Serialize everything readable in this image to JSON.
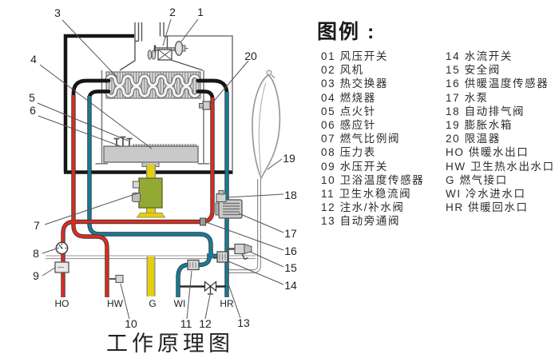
{
  "diagram": {
    "title": "工作原理图",
    "ports": {
      "ho": "HO",
      "hw": "HW",
      "g": "G",
      "wi": "WI",
      "hr": "HR"
    },
    "callouts": {
      "c1": "1",
      "c2": "2",
      "c3": "3",
      "c4": "4",
      "c5": "5",
      "c6": "6",
      "c7": "7",
      "c8": "8",
      "c9": "9",
      "c10": "10",
      "c11": "11",
      "c12": "12",
      "c13": "13",
      "c14": "14",
      "c15": "15",
      "c16": "16",
      "c17": "17",
      "c18": "18",
      "c19": "19",
      "c20": "20"
    },
    "colors": {
      "heating_pipe_red": "#dd2c1f",
      "cold_pipe_blue": "#157d9c",
      "gas_pipe_yellow": "#e5ce10",
      "gas_valve_green": "#93a934",
      "case_black": "#161616",
      "component_gray": "#c9c9c9"
    }
  },
  "legend": {
    "title": "图例 :",
    "col1": [
      "01 风压开关",
      "02 风机",
      "03 热交换器",
      "04 燃烧器",
      "05 点火针",
      "06 感应针",
      "07 燃气比例阀",
      "08 压力表",
      "09 水压开关",
      "10 卫浴温度传感器",
      "11 卫生水稳流阀",
      "12 注水/补水阀",
      "13 自动旁通阀"
    ],
    "col2": [
      "14 水流开关",
      "15 安全阀",
      "16 供暖温度传感器",
      "17 水泵",
      "18 自动排气阀",
      "19 膨胀水箱",
      "20 限温器",
      "HO 供暖水出口",
      "HW 卫生热水出水口",
      "G 燃气接口",
      "WI 冷水进水口",
      "HR 供暖回水口"
    ]
  }
}
